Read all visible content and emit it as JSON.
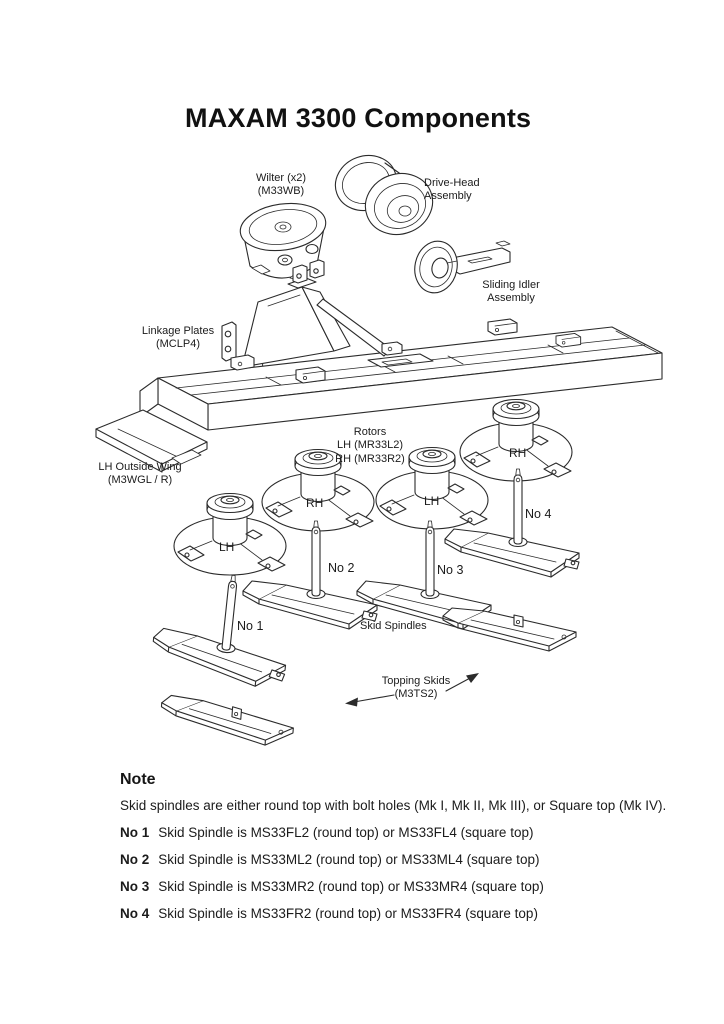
{
  "page": {
    "title": "MAXAM 3300 Components"
  },
  "diagram": {
    "labels": {
      "wilter": [
        "Wilter (x2)",
        "(M33WB)"
      ],
      "drive_head": [
        "Drive-Head",
        "Assembly"
      ],
      "sliding_idler": [
        "Sliding Idler",
        "Assembly"
      ],
      "linkage_plates": [
        "Linkage Plates",
        "(MCLP4)"
      ],
      "lh_outside_wing": [
        "LH Outside Wing",
        "(M3WGL / R)"
      ],
      "rotors": [
        "Rotors",
        "LH (MR33L2)",
        "RH (MR33R2)"
      ],
      "rotor_marks": [
        "LH",
        "RH",
        "LH",
        "RH"
      ],
      "skid_numbers": [
        "No 1",
        "No 2",
        "No 3",
        "No 4"
      ],
      "skid_spindles": "Skid Spindles",
      "topping_skids": [
        "Topping Skids",
        "(M3TS2)"
      ]
    }
  },
  "note": {
    "heading": "Note",
    "intro": "Skid spindles are either round top with bolt holes (Mk I, Mk II, Mk III), or Square top (Mk IV).",
    "items": [
      {
        "no": "No 1",
        "text": "Skid Spindle  is MS33FL2 (round top) or MS33FL4 (square top)"
      },
      {
        "no": "No 2",
        "text": "Skid Spindle  is MS33ML2 (round top) or MS33ML4 (square top)"
      },
      {
        "no": "No 3",
        "text": "Skid Spindle is MS33MR2 (round top) or MS33MR4 (square top)"
      },
      {
        "no": "No 4",
        "text": "Skid Spindle  is MS33FR2 (round top) or MS33FR4 (square top)"
      }
    ]
  },
  "colors": {
    "ink": "#2b2b2b",
    "paper": "#ffffff"
  }
}
